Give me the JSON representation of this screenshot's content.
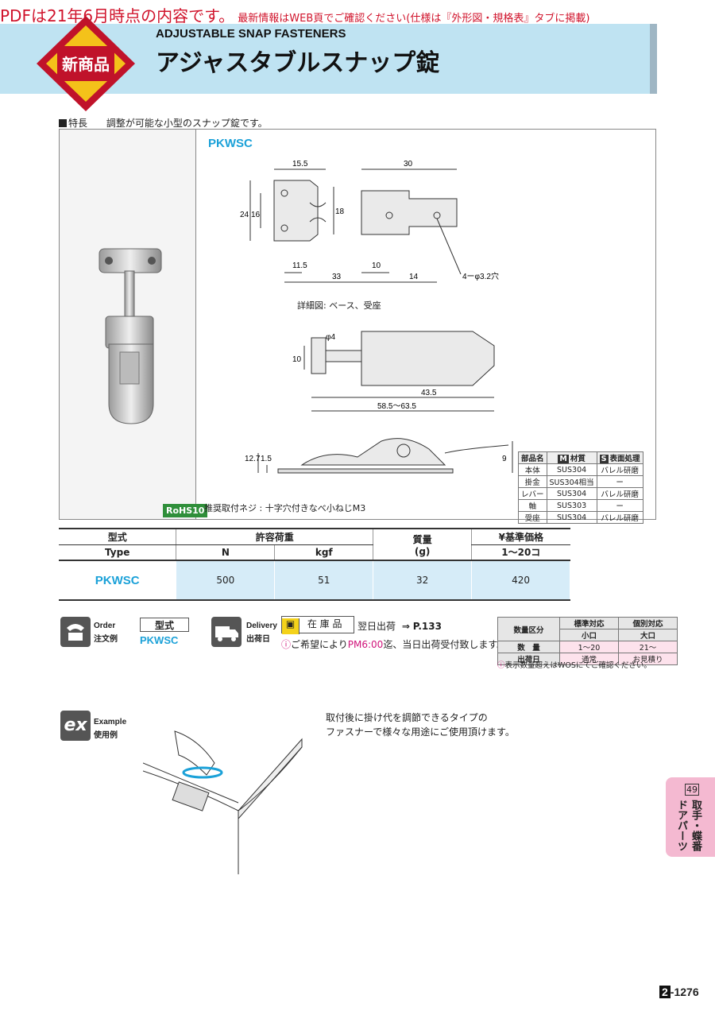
{
  "notice": {
    "big": "PDFは21年6月時点の内容です。",
    "small": "最新情報はWEB頁でご確認ください(仕様は『外形図・規格表』タブに掲載)"
  },
  "header": {
    "badge": "新商品",
    "subtitle": "ADJUSTABLE SNAP FASTENERS",
    "title": "アジャスタブルスナップ錠"
  },
  "feature": {
    "label": "特長",
    "text": "調整が可能な小型のスナップ錠です。"
  },
  "rohs": "RoHS10",
  "drawing": {
    "model": "PKWSC",
    "detail_note": "詳細図: ベース、受座",
    "screw_note": "推奨取付ネジ : 十字穴付きなべ小ねじM3",
    "dims": {
      "d15_5": "15.5",
      "d30": "30",
      "d24": "24",
      "d16": "16",
      "d18": "18",
      "d11_5": "11.5",
      "d10a": "10",
      "d33": "33",
      "d14": "14",
      "holes": "4ーφ3.2穴",
      "phi4": "φ4",
      "d10b": "10",
      "d43_5": "43.5",
      "range": "58.5〜63.5",
      "d12_7": "12.7",
      "d1_5": "1.5",
      "d9": "9"
    }
  },
  "materials": {
    "headers": [
      "部品名",
      "材質",
      "表面処理"
    ],
    "header_marks": [
      "M",
      "S"
    ],
    "rows": [
      [
        "本体",
        "SUS304",
        "バレル研磨"
      ],
      [
        "掛金",
        "SUS304相当",
        "ー"
      ],
      [
        "レバー",
        "SUS304",
        "バレル研磨"
      ],
      [
        "軸",
        "SUS303",
        "ー"
      ],
      [
        "受座",
        "SUS304",
        "バレル研磨"
      ]
    ]
  },
  "spec": {
    "h_type_jp": "型式",
    "h_type_en": "Type",
    "h_load": "許容荷重",
    "h_n": "N",
    "h_kgf": "kgf",
    "h_mass": "質量",
    "h_mass_unit": "(g)",
    "h_price": "¥基準価格",
    "h_price_qty": "1〜20コ",
    "row": {
      "type": "PKWSC",
      "n": "500",
      "kgf": "51",
      "mass": "32",
      "price": "420"
    }
  },
  "order": {
    "label_en": "Order",
    "label_jp": "注文例",
    "box": "型式",
    "model": "PKWSC"
  },
  "delivery": {
    "label_en": "Delivery",
    "label_jp": "出荷日",
    "stock": "在 庫 品",
    "next_day": "翌日出荷",
    "page_ref": "P.133",
    "note_prefix": "ご希望により",
    "note_time": "PM6:00",
    "note_suffix": "迄、当日出荷受付致します。"
  },
  "qty_table": {
    "headers": [
      "数量区分",
      "標準対応",
      "個別対応"
    ],
    "subheaders": [
      "小口",
      "大口"
    ],
    "rows": [
      [
        "数　量",
        "1〜20",
        "21〜"
      ],
      [
        "出荷日",
        "通常",
        "お見積り"
      ]
    ],
    "note": "表示数量超えはWOSにてご確認ください。"
  },
  "example": {
    "label_en": "Example",
    "label_jp": "使用例",
    "line1": "取付後に掛け代を調節できるタイプの",
    "line2": "ファスナーで様々な用途にご使用頂けます。"
  },
  "side_tab": {
    "number": "49",
    "line1": "取手・蝶番",
    "line2": "ドアパーツ"
  },
  "page": {
    "prefix": "2",
    "number": "-1276"
  },
  "colors": {
    "accent_blue": "#1ba1d8",
    "header_band": "#bfe3f2",
    "notice_red": "#d0132b",
    "tab_pink": "#f4b9d1"
  }
}
